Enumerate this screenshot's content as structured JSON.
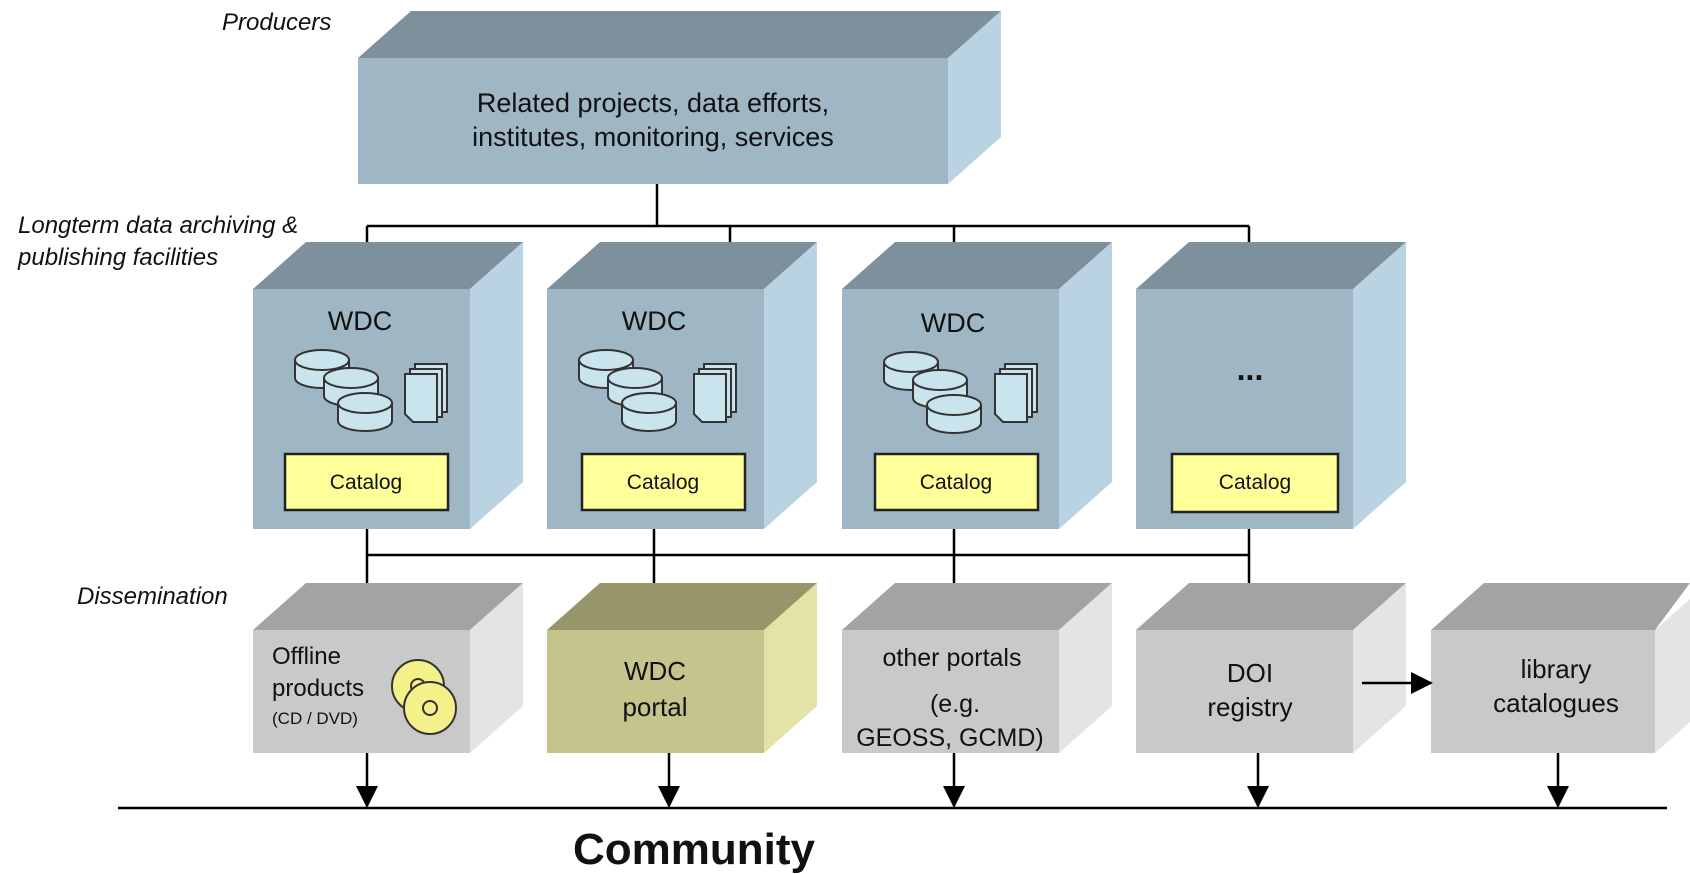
{
  "layers": {
    "producers": "Producers",
    "archiving": [
      "Longterm data archiving &",
      "publishing facilities"
    ],
    "dissemination": "Dissemination"
  },
  "producer_box": {
    "lines": [
      "Related projects, data efforts,",
      "institutes, monitoring, services"
    ]
  },
  "facilities": [
    {
      "title": "WDC",
      "catalog": "Catalog"
    },
    {
      "title": "WDC",
      "catalog": "Catalog"
    },
    {
      "title": "WDC",
      "catalog": "Catalog"
    },
    {
      "title": "...",
      "catalog": "Catalog"
    }
  ],
  "outputs": {
    "offline": {
      "lines": [
        "Offline",
        "products"
      ],
      "note": "(CD / DVD)"
    },
    "wdc_portal": {
      "lines": [
        "WDC",
        "portal"
      ]
    },
    "other_portals": {
      "lines": [
        "other portals",
        "(e.g.",
        "GEOSS, GCMD)"
      ]
    },
    "doi": {
      "lines": [
        "DOI",
        "registry"
      ]
    },
    "library": {
      "lines": [
        "library",
        "catalogues"
      ]
    }
  },
  "community": "Community",
  "colors": {
    "blue_front": "#9fb6c4",
    "blue_top": "#7d909c",
    "blue_side": "#b9d3e2",
    "gray_front": "#c9c9c9",
    "gray_top": "#a3a3a3",
    "gray_side": "#e4e4e4",
    "olive_front": "#c4c48c",
    "olive_top": "#96966a",
    "olive_side": "#e3e3a8",
    "catalog_fill": "#ffff99",
    "disk_fill": "#c9e4ec",
    "cd_fill": "#f4f08a"
  }
}
